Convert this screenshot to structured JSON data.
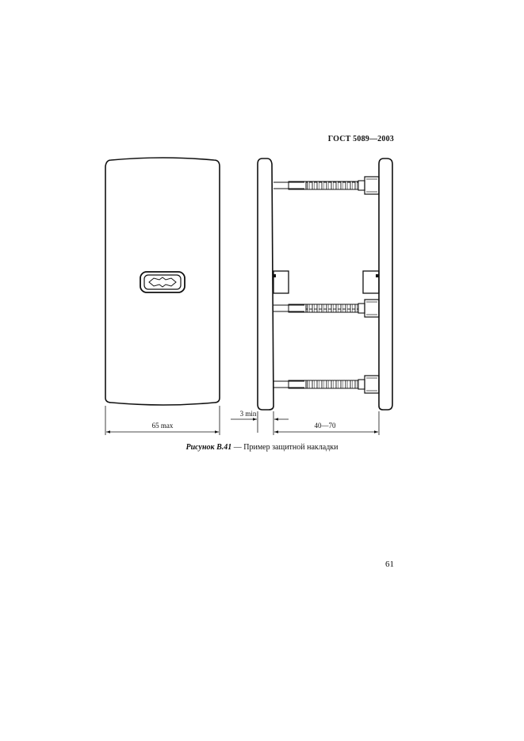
{
  "header": {
    "standard": "ГОСТ 5089—2003"
  },
  "figure": {
    "dimensions": {
      "width_front": "65 max",
      "gap": "3 min",
      "thickness_range": "40—70"
    },
    "caption_number": "Рисунок В.41",
    "caption_sep": " — ",
    "caption_text": "Пример защитной накладки"
  },
  "footer": {
    "page_number": "61"
  },
  "colors": {
    "ink": "#111111",
    "paper": "#ffffff"
  }
}
